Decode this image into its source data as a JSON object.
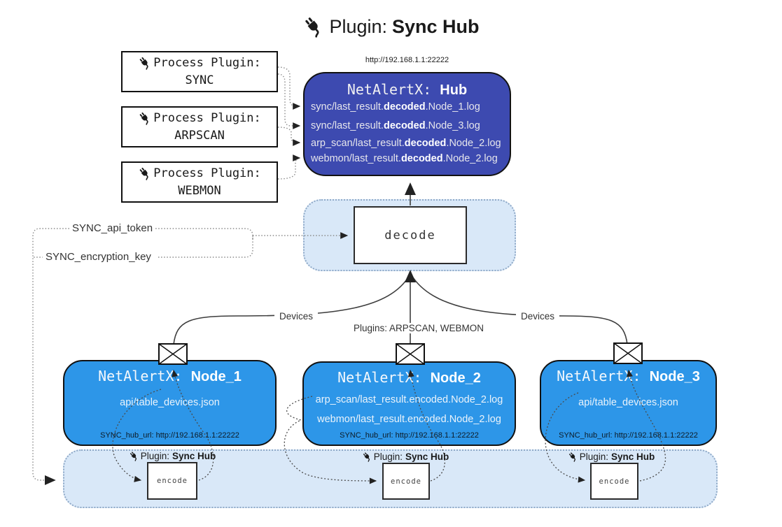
{
  "title": {
    "prefix": "Plugin: ",
    "bold": "Sync Hub"
  },
  "process_plugins": [
    {
      "label": "Process Plugin:",
      "name": "SYNC"
    },
    {
      "label": "Process Plugin:",
      "name": "ARPSCAN"
    },
    {
      "label": "Process Plugin:",
      "name": "WEBMON"
    }
  ],
  "hub": {
    "url": "http://192.168.1.1:22222",
    "title_prefix": "NetAlertX: ",
    "title_bold": "Hub",
    "logs": [
      {
        "prefix": "sync/last_result.",
        "bold": "decoded",
        "suffix": ".Node_1.log"
      },
      {
        "prefix": "sync/last_result.",
        "bold": "decoded",
        "suffix": ".Node_3.log"
      },
      {
        "prefix": "arp_scan/last_result.",
        "bold": "decoded",
        "suffix": ".Node_2.log"
      },
      {
        "prefix": "webmon/last_result.",
        "bold": "decoded",
        "suffix": ".Node_2.log"
      }
    ]
  },
  "decoder": {
    "label": "decode"
  },
  "secrets": {
    "api_token": "SYNC_api_token",
    "encryption_key": "SYNC_encryption_key"
  },
  "edges": {
    "left": "Devices",
    "middle": "Plugins: ARPSCAN, WEBMON",
    "right": "Devices"
  },
  "nodes": [
    {
      "title_prefix": "NetAlertX: ",
      "title_bold": "Node_1",
      "files": [
        "api/table_devices.json"
      ],
      "hub_url": "SYNC_hub_url: http://192.168.1.1:22222"
    },
    {
      "title_prefix": "NetAlertX: ",
      "title_bold": "Node_2",
      "files": [
        "arp_scan/last_result.encoded.Node_2.log",
        "webmon/last_result.encoded.Node_2.log"
      ],
      "hub_url": "SYNC_hub_url: http://192.168.1.1:22222"
    },
    {
      "title_prefix": "NetAlertX: ",
      "title_bold": "Node_3",
      "files": [
        "api/table_devices.json"
      ],
      "hub_url": "SYNC_hub_url: http://192.168.1.1:22222"
    }
  ],
  "encoder": {
    "label_prefix": "Plugin: ",
    "label_bold": "Sync Hub",
    "box_label": "encode"
  },
  "colors": {
    "hub_bg": "#3d4ab0",
    "node_bg": "#2d96e8",
    "container_bg": "#d9e8f8",
    "container_border": "#8fa9c7",
    "line": "#3d3d3d"
  }
}
